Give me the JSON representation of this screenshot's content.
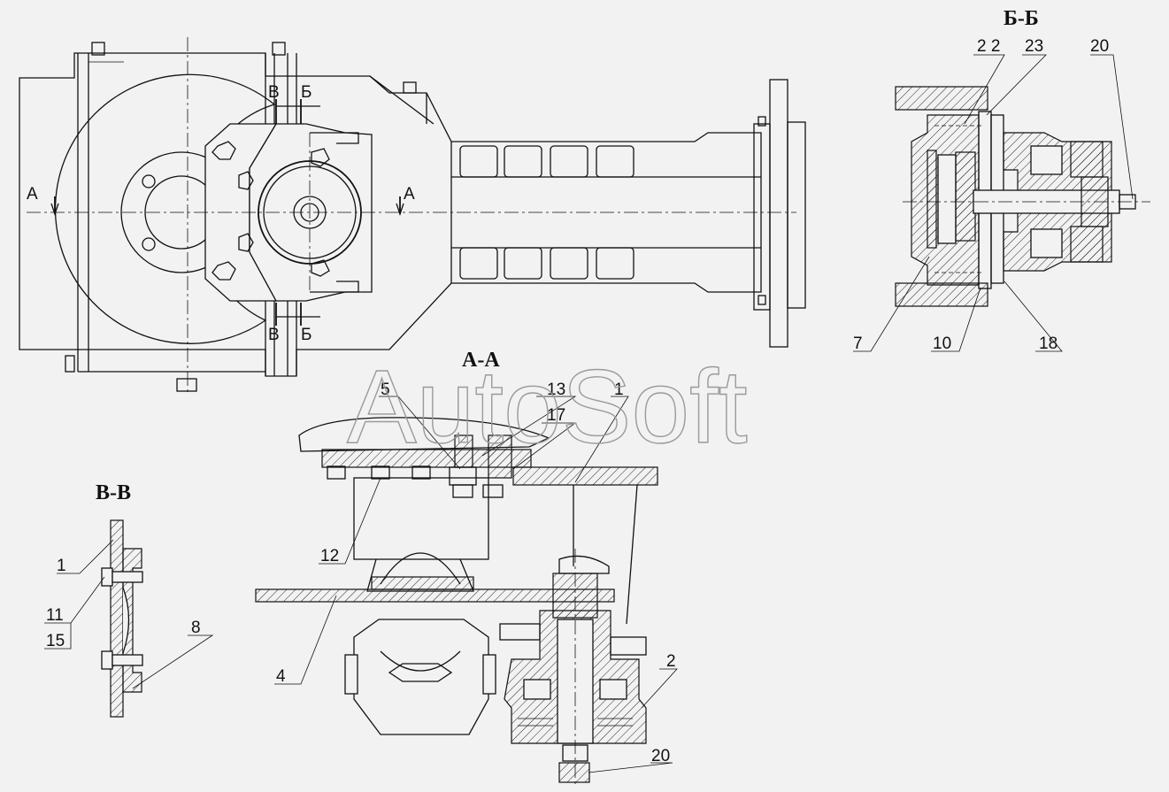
{
  "watermark": "AutoSoft",
  "sections": {
    "a": "А-А",
    "b": "Б-Б",
    "v": "В-В"
  },
  "cut_marks": {
    "a_left": "А",
    "a_right": "А",
    "b_top": "Б",
    "b_bottom": "Б",
    "v_top": "В",
    "v_bottom": "В"
  },
  "callouts": {
    "aa": [
      "5",
      "13",
      "17",
      "1",
      "12",
      "4",
      "2",
      "20"
    ],
    "bb": [
      "2 2",
      "23",
      "20",
      "7",
      "10",
      "18"
    ],
    "vv": [
      "1",
      "11",
      "15",
      "8"
    ]
  }
}
